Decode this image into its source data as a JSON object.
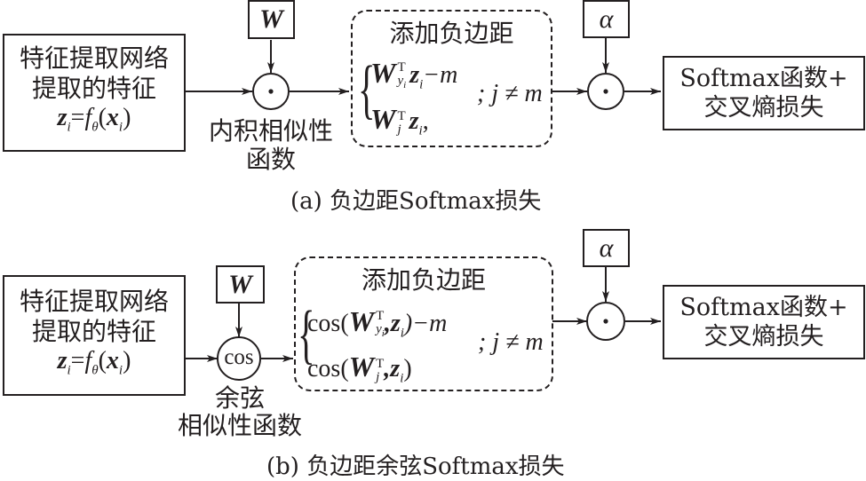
{
  "panel_a": {
    "feature_box": {
      "line1": "特征提取网络",
      "line2": "提取的特征",
      "formula": {
        "z": "z",
        "i": "i",
        "eq": "=",
        "f": "f",
        "theta": "θ",
        "open": "(",
        "x": "x",
        "close": ")"
      }
    },
    "weight_label": "W",
    "operator_symbol": "⊙",
    "operator_label_line1": "内积相似性",
    "operator_label_line2": "函数",
    "margin_box": {
      "title": "添加负边距",
      "row1": {
        "W": "W",
        "sup": "T",
        "sub": "y",
        "subsub": "i",
        "z": "z",
        "zi": "i",
        "tail": "−m"
      },
      "row2": {
        "W": "W",
        "sup": "T",
        "sub": "j",
        "z": "z",
        "zi": "i",
        "tail": ","
      },
      "condition": "; j ≠ m"
    },
    "scale_label": "α",
    "loss_box": {
      "line1": "Softmax函数+",
      "line2": "交叉熵损失"
    },
    "caption": "(a) 负边距Softmax损失"
  },
  "panel_b": {
    "feature_box": {
      "line1": "特征提取网络",
      "line2": "提取的特征",
      "formula": {
        "z": "z",
        "i": "i",
        "eq": "=",
        "f": "f",
        "theta": "θ",
        "open": "(",
        "x": "x",
        "close": ")"
      }
    },
    "weight_label": "W",
    "operator_symbol": "cos",
    "operator_label_line1": "余弦",
    "operator_label_line2": "相似性函数",
    "margin_box": {
      "title": "添加负边距",
      "row1": {
        "pre": "cos(",
        "W": "W",
        "sup": "T",
        "sub": "y",
        "subsub": "i",
        "comma": ",",
        "z": "z",
        "zi": "i",
        "tail": ")−m"
      },
      "row2": {
        "pre": "cos(",
        "W": "W",
        "sup": "T",
        "sub": "j",
        "comma": ",",
        "z": "z",
        "zi": "i",
        "tail": ")"
      },
      "condition": "; j ≠ m"
    },
    "scale_label": "α",
    "loss_box": {
      "line1": "Softmax函数+",
      "line2": "交叉熵损失"
    },
    "caption": "(b) 负边距余弦Softmax损失"
  }
}
